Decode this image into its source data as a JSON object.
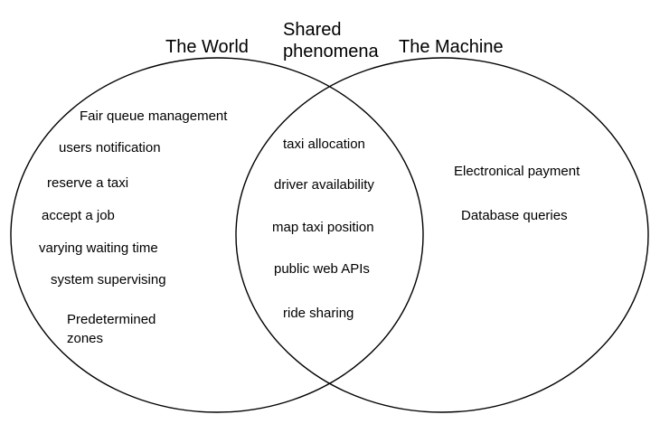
{
  "titles": {
    "world": "The World",
    "shared": "Shared phenomena",
    "machine": "The Machine"
  },
  "world_items": [
    "Fair queue management",
    "users notification",
    "reserve a taxi",
    "accept a job",
    "varying waiting time",
    "system supervising",
    "Predetermined zones"
  ],
  "shared_items": [
    "taxi allocation",
    "driver availability",
    "map taxi position",
    "public web APIs",
    "ride sharing"
  ],
  "machine_items": [
    "Electronical payment",
    "Database queries"
  ],
  "colors": {
    "stroke": "#000000",
    "background": "#ffffff",
    "text": "#000000"
  }
}
